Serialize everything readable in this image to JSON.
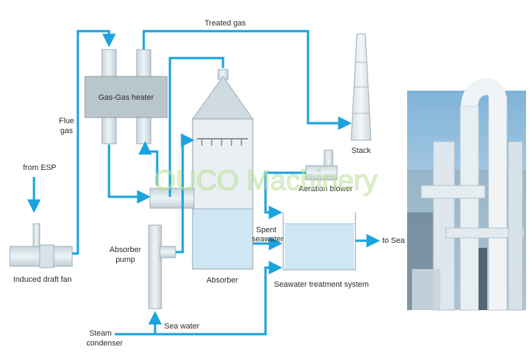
{
  "labels": {
    "treated_gas": "Treated gas",
    "gas_gas_heater": "Gas-Gas heater",
    "flue": "Flue",
    "gas": "gas",
    "from_esp": "from ESP",
    "induced_draft_fan": "Induced draft fan",
    "absorber_pump_1": "Absorber",
    "absorber_pump_2": "pump",
    "absorber": "Absorber",
    "sea_water": "Sea water",
    "steam_1": "Steam",
    "steam_2": "condenser",
    "stack": "Stack",
    "aeration_blower": "Aeration blower",
    "spent_1": "Spent",
    "spent_2": "seawater",
    "seawater_treatment_system": "Seawater treatment system",
    "to_sea": "to Sea"
  },
  "watermark": "OUCO Machinery",
  "colors": {
    "pipe": "#1aa3dd",
    "equipment": "#d6e2e8",
    "equipment_stroke": "#9aabb4",
    "heater_box": "#b9c6cc",
    "water": "#cfe7f4",
    "label": "#2a2a2a"
  }
}
